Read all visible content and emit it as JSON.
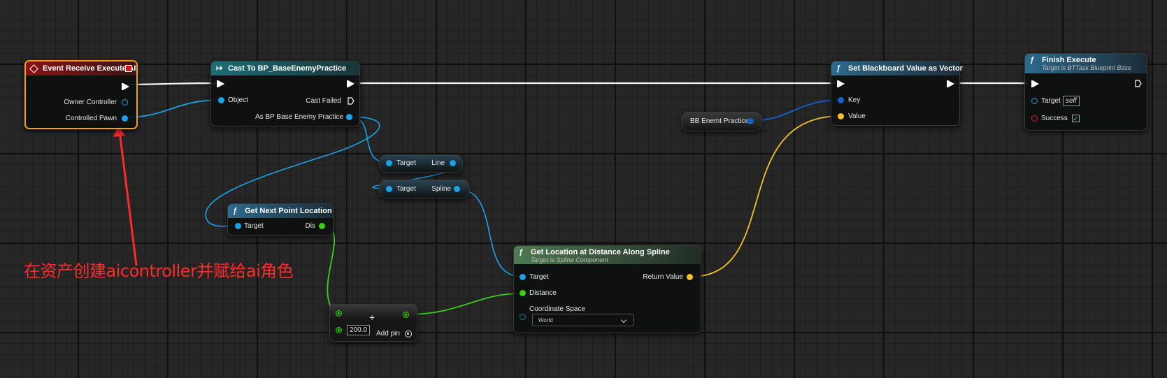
{
  "nodes": {
    "event_receive": {
      "title": "Event Receive Execute AI",
      "pins": {
        "owner_controller": "Owner Controller",
        "controlled_pawn": "Controlled Pawn"
      }
    },
    "cast_to": {
      "title": "Cast To BP_BaseEnemyPractice",
      "pins": {
        "object": "Object",
        "cast_failed": "Cast Failed",
        "as_bp": "As BP Base Enemy Practice"
      }
    },
    "get_line": {
      "pins": {
        "target": "Target",
        "line": "Line"
      }
    },
    "get_spline": {
      "pins": {
        "target": "Target",
        "spline": "Spline"
      }
    },
    "get_next_point": {
      "title": "Get Next Point Location",
      "pins": {
        "target": "Target",
        "dis": "Dis"
      }
    },
    "get_location": {
      "title": "Get Location at Distance Along Spline",
      "subtitle": "Target is Spline Component",
      "pins": {
        "target": "Target",
        "distance": "Distance",
        "coord_space": "Coordinate Space",
        "return_value": "Return Value"
      },
      "coord_space_value": "World"
    },
    "add_node": {
      "value": "200.0",
      "add_pin": "Add pin"
    },
    "bb_enemy": {
      "label": "BB Enemt Practice"
    },
    "set_blackboard": {
      "title": "Set Blackboard Value as Vector",
      "pins": {
        "key": "Key",
        "value": "Value"
      }
    },
    "finish_execute": {
      "title": "Finish Execute",
      "subtitle": "Target is BTTask Blueprint Base",
      "pins": {
        "target": "Target",
        "success": "Success"
      },
      "target_value": "self",
      "success_checked": "✓"
    }
  },
  "annotation": {
    "text": "在资产创建aicontroller并赋给ai角色"
  },
  "colors": {
    "exec": "#ffffff",
    "object_pin": "#1aa2ea",
    "float_pin": "#3ad012",
    "vector_pin": "#f2c02a",
    "name_pin": "#1560c8",
    "bool_pin": "#e02020",
    "annotation": "#ff2b2b",
    "selected_border": "#f0a020"
  }
}
